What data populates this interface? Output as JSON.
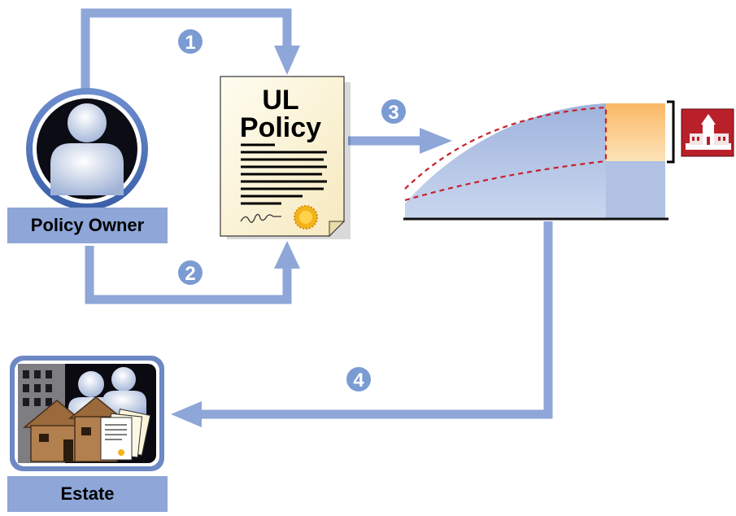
{
  "policy_owner": {
    "label": "Policy Owner"
  },
  "estate": {
    "label": "Estate"
  },
  "policy_document": {
    "title_line1": "UL",
    "title_line2": "Policy"
  },
  "steps": [
    "1",
    "2",
    "3",
    "4"
  ],
  "colors": {
    "arrow": "#8ea6d8",
    "step_badge": "#7b9bd3",
    "label_box": "#8ea6d8",
    "chart_fill": "#b0c1e3",
    "chart_highlight": "#fcc98a",
    "dashed_line": "#c8202a",
    "school_icon_bg": "#b9202a"
  }
}
